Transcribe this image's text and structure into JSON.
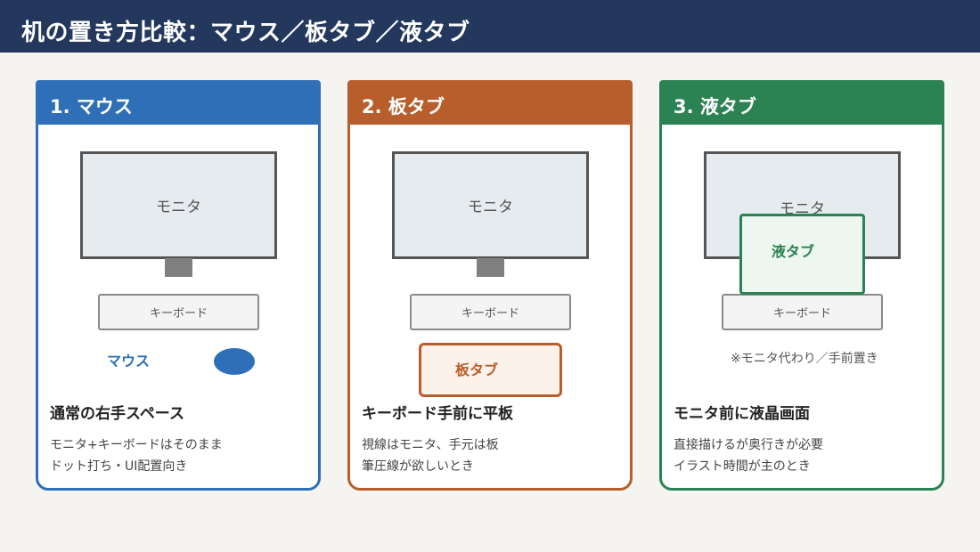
{
  "header": {
    "title": "机の置き方比較：マウス／板タブ／液タブ"
  },
  "cards": [
    {
      "title": "1. マウス",
      "monitor_label": "モニタ",
      "keyboard_label": "キーボード",
      "device_label": "マウス",
      "subtitle": "通常の右手スペース",
      "desc": [
        "モニタ+キーボードはそのまま",
        "ドット打ち・UI配置向き"
      ],
      "color": "#2e6fb7"
    },
    {
      "title": "2. 板タブ",
      "monitor_label": "モニタ",
      "keyboard_label": "キーボード",
      "device_label": "板タブ",
      "subtitle": "キーボード手前に平板",
      "desc": [
        "視線はモニタ、手元は板",
        "筆圧線が欲しいとき"
      ],
      "color": "#b85e2c"
    },
    {
      "title": "3. 液タブ",
      "monitor_label": "モニタ",
      "keyboard_label": "キーボード",
      "device_label": "液タブ",
      "note": "※モニタ代わり／手前置き",
      "subtitle": "モニタ前に液晶画面",
      "desc": [
        "直接描けるが奥行きが必要",
        "イラスト時間が主のとき"
      ],
      "color": "#2b8253"
    }
  ]
}
